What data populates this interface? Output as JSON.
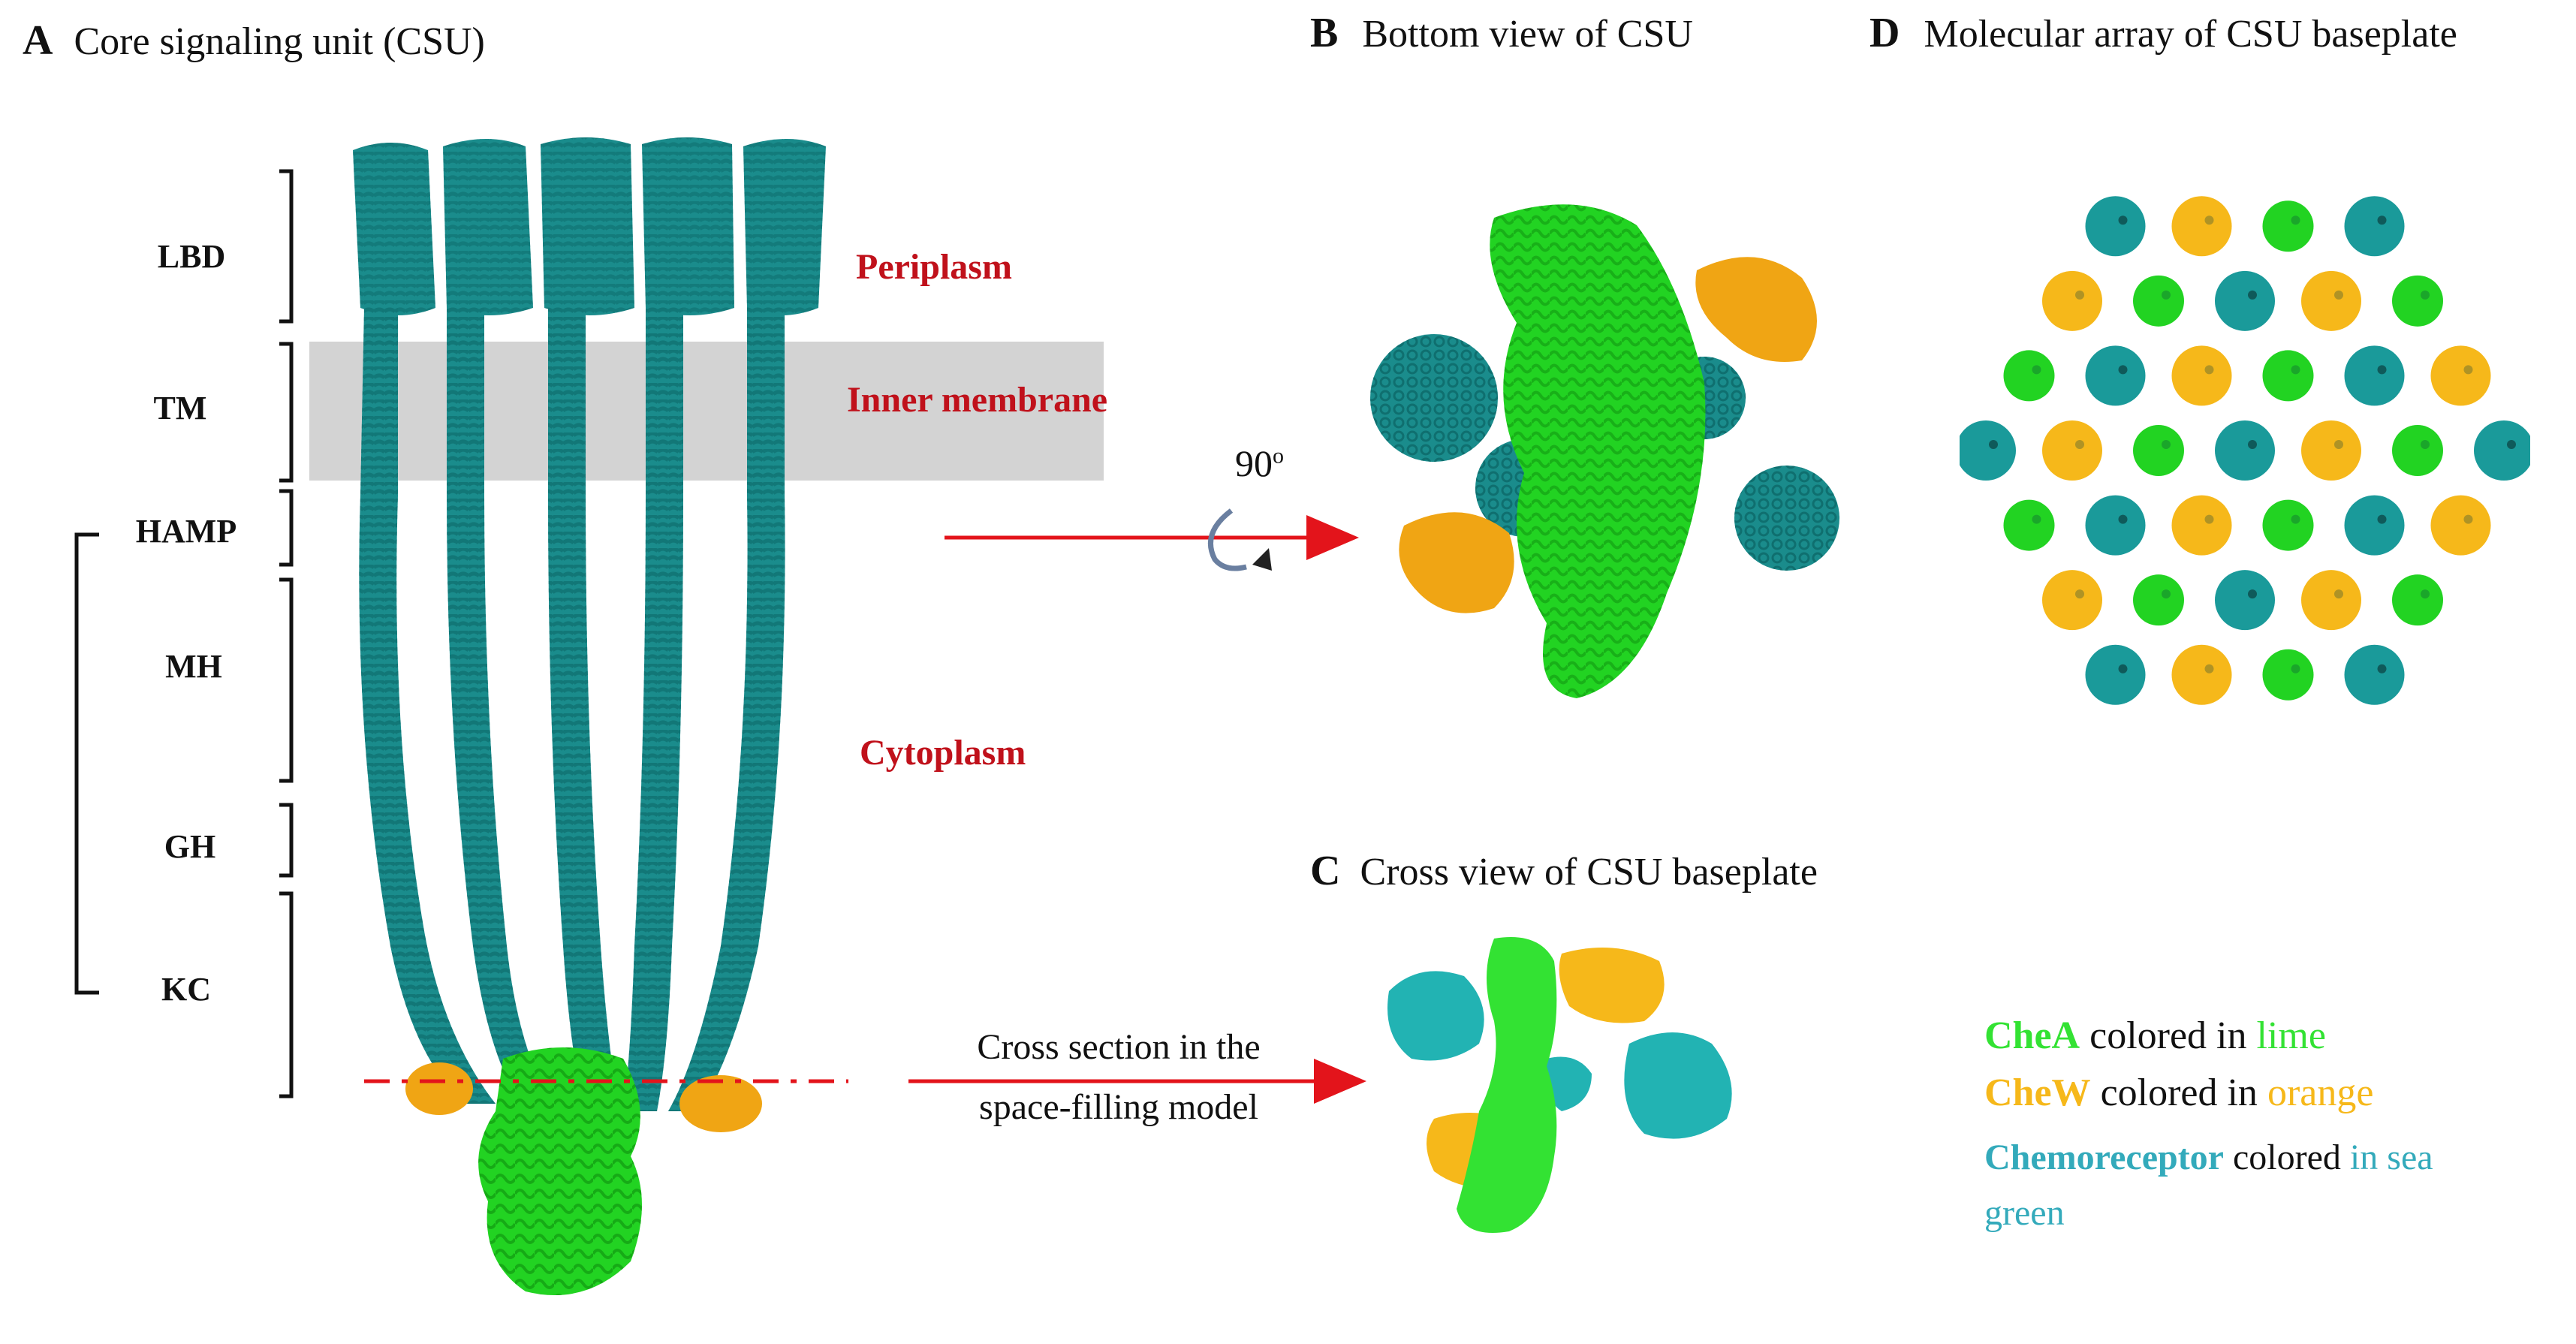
{
  "panels": {
    "A": {
      "letter": "A",
      "title": "Core signaling unit (CSU)"
    },
    "B": {
      "letter": "B",
      "title": "Bottom view of CSU"
    },
    "C": {
      "letter": "C",
      "title": "Cross view of CSU baseplate"
    },
    "D": {
      "letter": "D",
      "title": "Molecular array of CSU baseplate"
    }
  },
  "regions": [
    "LBD",
    "TM",
    "HAMP",
    "MH",
    "GH",
    "KC"
  ],
  "compartments": {
    "periplasm": "Periplasm",
    "inner_membrane": "Inner membrane",
    "cytoplasm": "Cytoplasm"
  },
  "rotation": {
    "angle": "90",
    "unit": "o"
  },
  "cross_section": {
    "line1": "Cross section in the",
    "line2": "space-filling model"
  },
  "legend": {
    "chea": {
      "name": "CheA",
      "mid": " colored in ",
      "color_word": "lime",
      "color": "#33e233"
    },
    "chew": {
      "name": "CheW",
      "mid": " colored in ",
      "color_word": "orange",
      "color": "#f6b81a"
    },
    "chemo": {
      "name": "Chemoreceptor",
      "mid": " colored ",
      "color_word": "in sea",
      "color_word2": "green",
      "color": "#33aabb"
    }
  },
  "colors": {
    "teal": "#1a8c8c",
    "lime": "#22d322",
    "orange": "#f0a514",
    "red": "#e3141b",
    "membrane": "#d3d3d3"
  }
}
